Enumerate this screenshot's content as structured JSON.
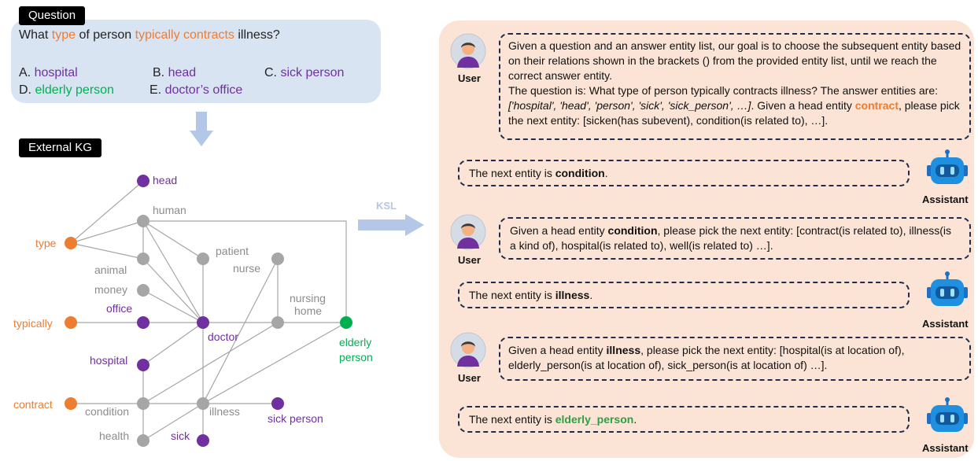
{
  "question": {
    "tag": "Question",
    "text_prefix": "What ",
    "word_type": "type",
    "text_mid": " of person ",
    "word_typically_contracts": "typically contracts",
    "text_suffix": " illness?",
    "options": {
      "a_letter": "A. ",
      "a_text": "hospital",
      "b_letter": "B. ",
      "b_text": "head",
      "c_letter": "C. ",
      "c_text": "sick person",
      "d_letter": "D. ",
      "d_text": "elderly person",
      "e_letter": "E. ",
      "e_text": "doctor’s office"
    }
  },
  "kg": {
    "tag": "External KG",
    "labels": {
      "head": "head",
      "human": "human",
      "type": "type",
      "animal": "animal",
      "patient": "patient",
      "nurse": "nurse",
      "money": "money",
      "office": "office",
      "nursing": "nursing",
      "home": "home",
      "typically": "typically",
      "doctor": "doctor",
      "elderly": "elderly",
      "person": "person",
      "hospital": "hospital",
      "contract": "contract",
      "condition": "condition",
      "illness": "illness",
      "sick_person": "sick person",
      "health": "health",
      "sick": "sick"
    },
    "colors": {
      "grey": "#a6a6a6",
      "purple": "#7030a0",
      "orange": "#ed7d31",
      "green": "#00b050"
    }
  },
  "ksl_label": "KSL",
  "chat": {
    "user_label": "User",
    "assistant_label": "Assistant",
    "user1": {
      "line1": "Given a question and an answer entity list, our goal is to choose the subsequent entity based on their relations shown in the brackets () from the provided entity list, until we reach the correct answer entity.",
      "line2_prefix": "The question is: What type of person typically contracts illness? The answer entities are: ",
      "line2_list": "['hospital', 'head', 'person', 'sick', 'sick_person', …]",
      "line2_mid": ". Given a head entity ",
      "line2_entity": "contract",
      "line2_suffix": ", please pick the next entity: [sicken(has subevent), condition(is related to), …]."
    },
    "assistant1": {
      "prefix": "The next entity is ",
      "entity": "condition",
      "suffix": "."
    },
    "user2": {
      "prefix": "Given a head entity ",
      "entity": "condition",
      "suffix": ", please pick the next entity: [contract(is related to), illness(is a kind of), hospital(is related to), well(is related to) …]."
    },
    "assistant2": {
      "prefix": "The next entity is ",
      "entity": "illness",
      "suffix": "."
    },
    "user3": {
      "prefix": "Given a head entity ",
      "entity": "illness",
      "suffix": ", please pick the next entity: [hospital(is at location of), elderly_person(is at location of), sick_person(is at location of) …]."
    },
    "assistant3": {
      "prefix": "The next entity is ",
      "entity": "elderly_person",
      "suffix": "."
    }
  }
}
